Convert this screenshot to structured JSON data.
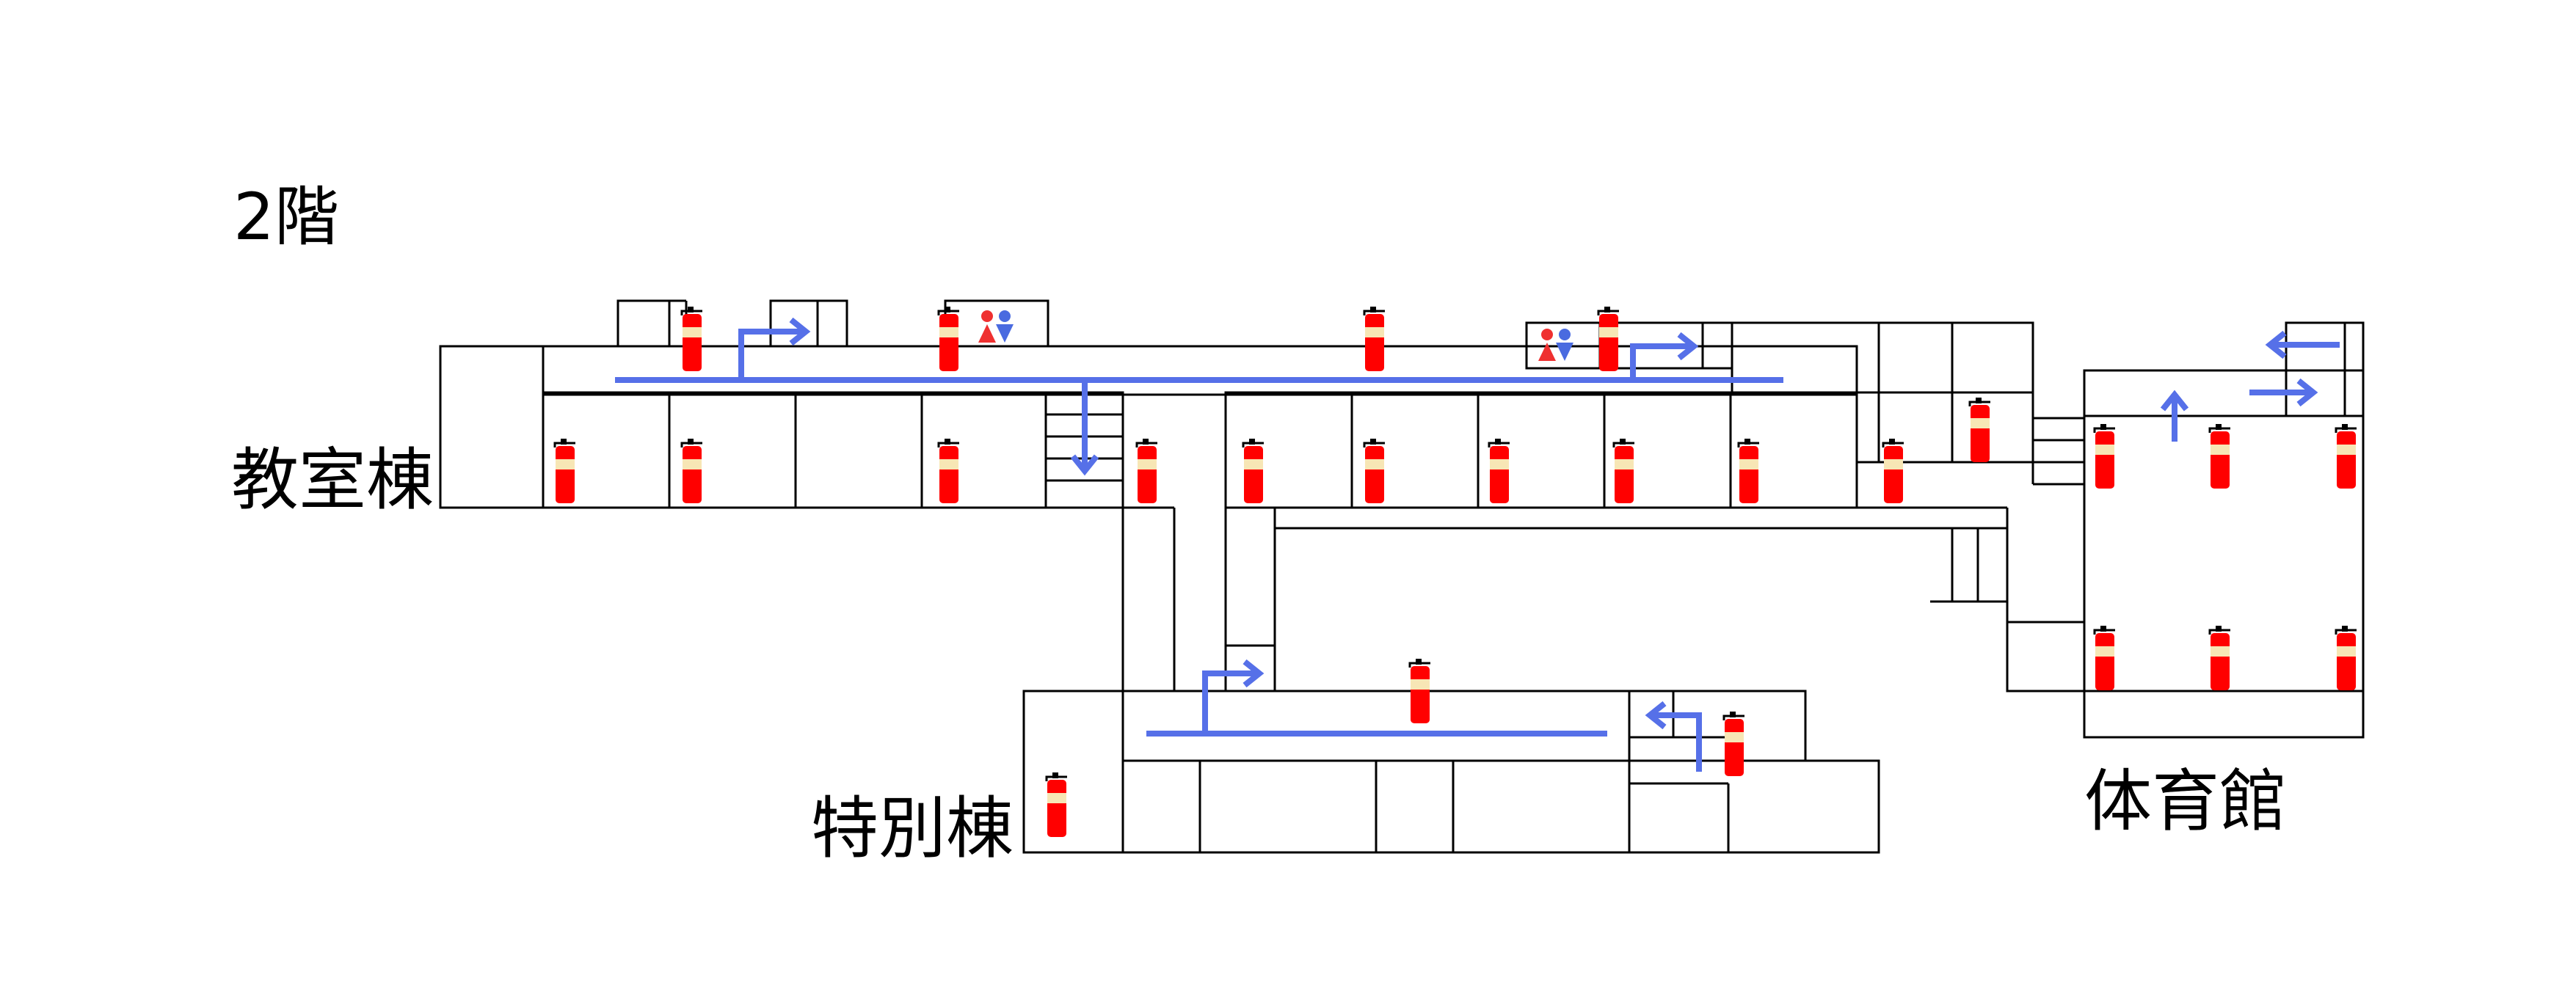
{
  "floor": {
    "label": "2階"
  },
  "buildings": {
    "classroom": "教室棟",
    "special": "特別棟",
    "gym": "体育館"
  },
  "symbols": {
    "extinguisher": "fire-extinguisher-icon",
    "restroom": "restroom-icon",
    "route": "evacuation-route-arrow"
  },
  "colors": {
    "route": "#5670e8",
    "extinguisher": "#ff0000",
    "extinguisher_band": "#f7e6b5",
    "restroom_male": "#4a6be0",
    "restroom_female": "#ef3030",
    "wall": "#000000"
  }
}
